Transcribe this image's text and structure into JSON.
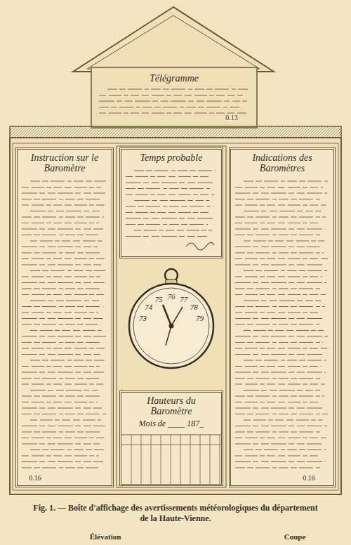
{
  "diagram": {
    "caption": "Fig. 1. — Boîte d'affichage des avertissements météorologiques du département de la Haute-Vienne.",
    "nodes": [
      {
        "text": [
          "Télégramme"
        ]
      },
      {
        "text": [
          "Instruction sur le Baromètre"
        ]
      },
      {
        "text": [
          "Temps probable"
        ]
      },
      {
        "text": [
          "Indications des Baromètres"
        ]
      },
      {
        "text": [
          "Hauteurs du Baromètre",
          "Mois de ____ 187_"
        ]
      }
    ],
    "labels": [
      "0.13",
      "0.16",
      "0.16",
      "73",
      "74",
      "75",
      "76",
      "77",
      "78",
      "79",
      "Élévation",
      "Coupe"
    ]
  }
}
